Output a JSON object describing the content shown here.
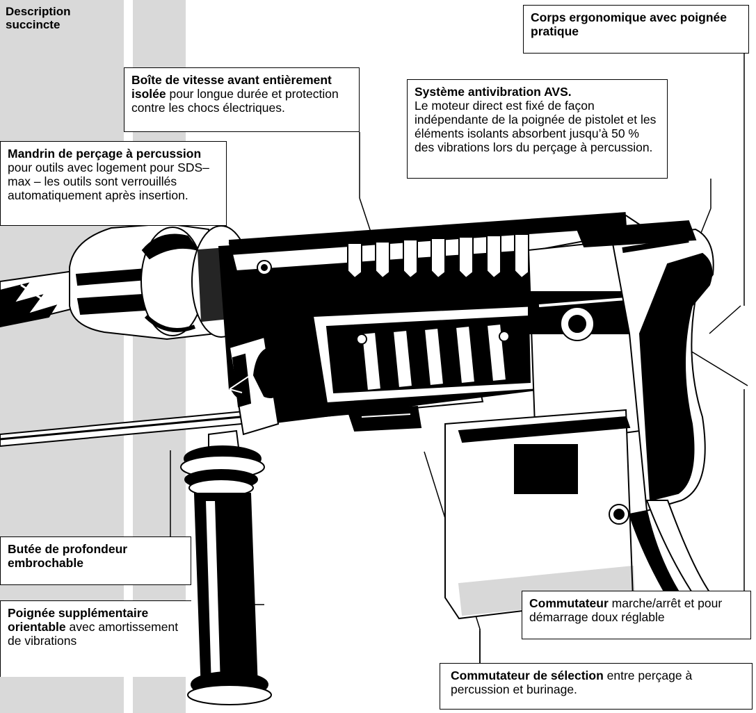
{
  "page": {
    "title_line1": "Description",
    "title_line2": "succincte"
  },
  "callouts": {
    "corps": {
      "bold": "Corps ergonomique avec poignée pratique",
      "rest": ""
    },
    "boite": {
      "bold": "Boîte de vitesse avant entièrement isolée",
      "rest": " pour longue durée et protection contre les chocs électriques."
    },
    "avs": {
      "bold": "Système antivibration AVS.",
      "rest": "Le moteur direct est fixé de façon indépendante de la poignée de pistolet et les éléments isolants absorbent jusqu’à 50 % des vibrations lors du perçage à percussion."
    },
    "mandrin": {
      "bold": "Mandrin de perçage à percussion",
      "rest": " pour outils avec logement pour SDS–max – les outils sont verrouillés automatiquement après insertion."
    },
    "butee": {
      "bold": "Butée de profondeur embrochable",
      "rest": ""
    },
    "poignee": {
      "bold": "Poignée supplémentaire orientable",
      "rest": " avec amortissement de vibrations"
    },
    "commutateur": {
      "bold": "Commutateur",
      "rest": " marche/arrêt et pour démarrage doux réglable"
    },
    "selection": {
      "bold": "Commutateur de sélection",
      "rest": " entre perçage à percussion et burinage."
    }
  },
  "colors": {
    "strip": "#d9d9d9",
    "ink": "#000000",
    "paper": "#ffffff"
  },
  "illustration": {
    "subject": "rotary-hammer-drill"
  }
}
